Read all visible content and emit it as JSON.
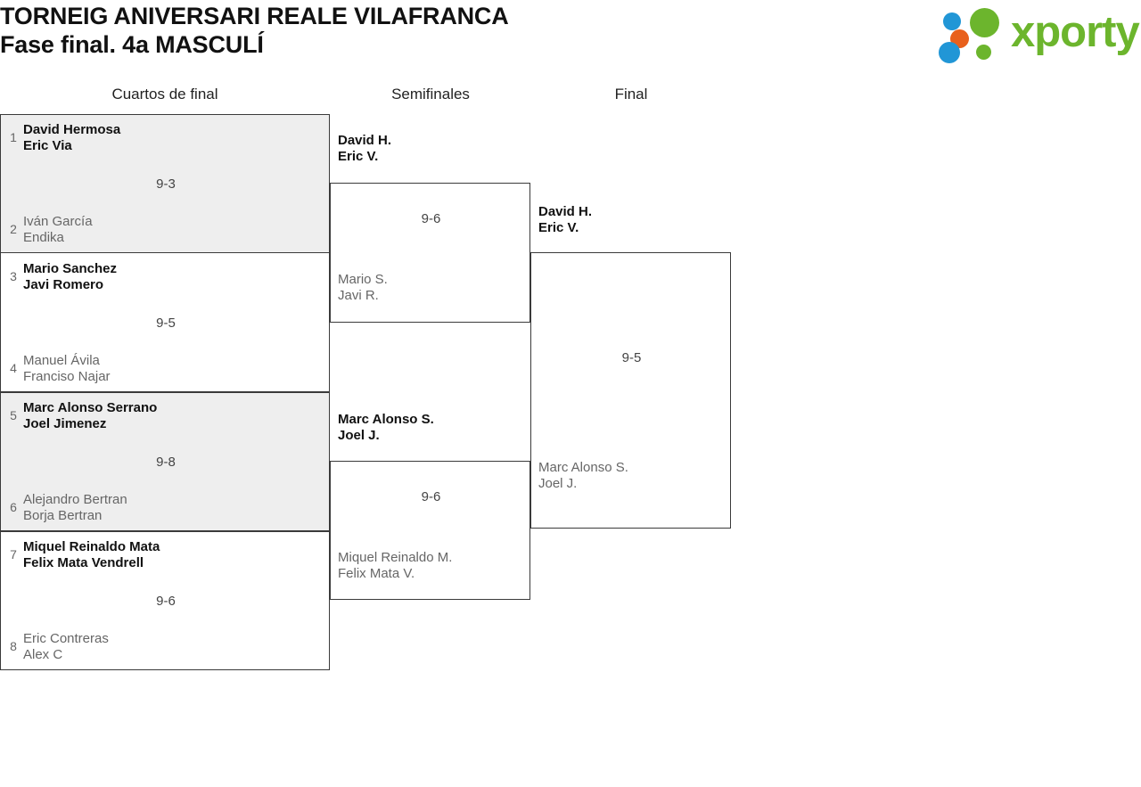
{
  "header": {
    "title_line1": "TORNEIG ANIVERSARI REALE VILAFRANCA",
    "title_line2": "Fase final. 4a MASCULÍ",
    "logo_text": "xporty",
    "logo_colors": {
      "green": "#6cb52d",
      "blue": "#2196d6",
      "orange": "#e8601c"
    }
  },
  "rounds": [
    {
      "label": "Cuartos de final"
    },
    {
      "label": "Semifinales"
    },
    {
      "label": "Final"
    }
  ],
  "bracket": {
    "quarterfinals": [
      {
        "seed_top": "1",
        "top_line1": "David Hermosa",
        "top_line2": "Eric Via",
        "seed_bottom": "2",
        "bottom_line1": "Iván García",
        "bottom_line2": "Endika",
        "score": "9-3"
      },
      {
        "seed_top": "3",
        "top_line1": "Mario Sanchez",
        "top_line2": "Javi Romero",
        "seed_bottom": "4",
        "bottom_line1": "Manuel Ávila",
        "bottom_line2": "Franciso Najar",
        "score": "9-5"
      },
      {
        "seed_top": "5",
        "top_line1": "Marc Alonso Serrano",
        "top_line2": "Joel Jimenez",
        "seed_bottom": "6",
        "bottom_line1": "Alejandro Bertran",
        "bottom_line2": "Borja Bertran",
        "score": "9-8"
      },
      {
        "seed_top": "7",
        "top_line1": "Miquel Reinaldo Mata",
        "top_line2": "Felix Mata Vendrell",
        "seed_bottom": "8",
        "bottom_line1": "Eric Contreras",
        "bottom_line2": "Alex C",
        "score": "9-6"
      }
    ],
    "semifinals": [
      {
        "top_line1": "David H.",
        "top_line2": "Eric V.",
        "bottom_line1": "Mario S.",
        "bottom_line2": "Javi R.",
        "score": "9-6"
      },
      {
        "top_line1": "Marc Alonso S.",
        "top_line2": "Joel J.",
        "bottom_line1": "Miquel Reinaldo M.",
        "bottom_line2": "Felix Mata V.",
        "score": "9-6"
      }
    ],
    "final": [
      {
        "top_line1": "David H.",
        "top_line2": "Eric V.",
        "bottom_line1": "Marc Alonso S.",
        "bottom_line2": "Joel J.",
        "score": "9-5"
      }
    ]
  }
}
